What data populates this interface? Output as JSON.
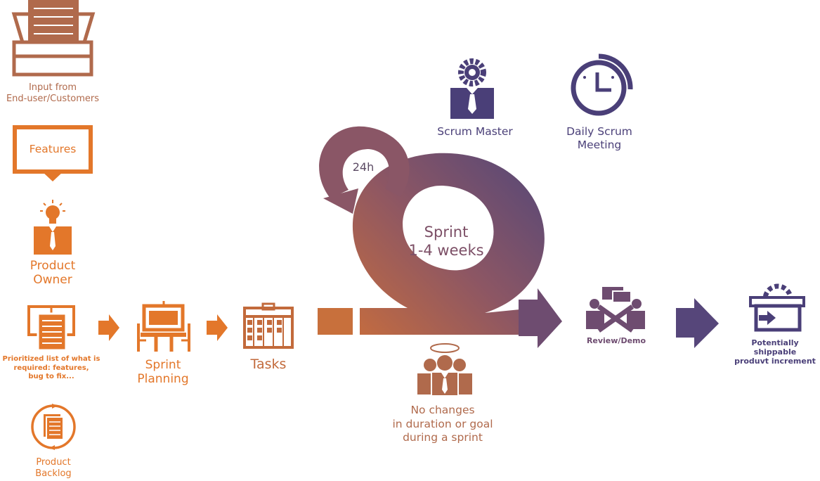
{
  "labels": {
    "input": "Input from\nEnd-user/Customers",
    "features": "Features",
    "product_owner": "Product\nOwner",
    "prioritized": "Prioritized list of what is\nrequired: features,\nbug to fix...",
    "product_backlog": "Product\nBacklog",
    "sprint_planning": "Sprint\nPlanning",
    "tasks": "Tasks",
    "h24": "24h",
    "sprint": "Sprint\n1-4 weeks",
    "scrum_master": "Scrum Master",
    "daily_scrum": "Daily Scrum\nMeeting",
    "no_changes": "No changes\nin duration or goal\nduring a sprint",
    "review": "Review/Demo",
    "shippable": "Potentially shippable\nproduvt increment"
  },
  "colors": {
    "brown": "#b06a4c",
    "orange": "#e3772a",
    "purple": "#4a3f78",
    "mauve": "#7c4f66"
  }
}
